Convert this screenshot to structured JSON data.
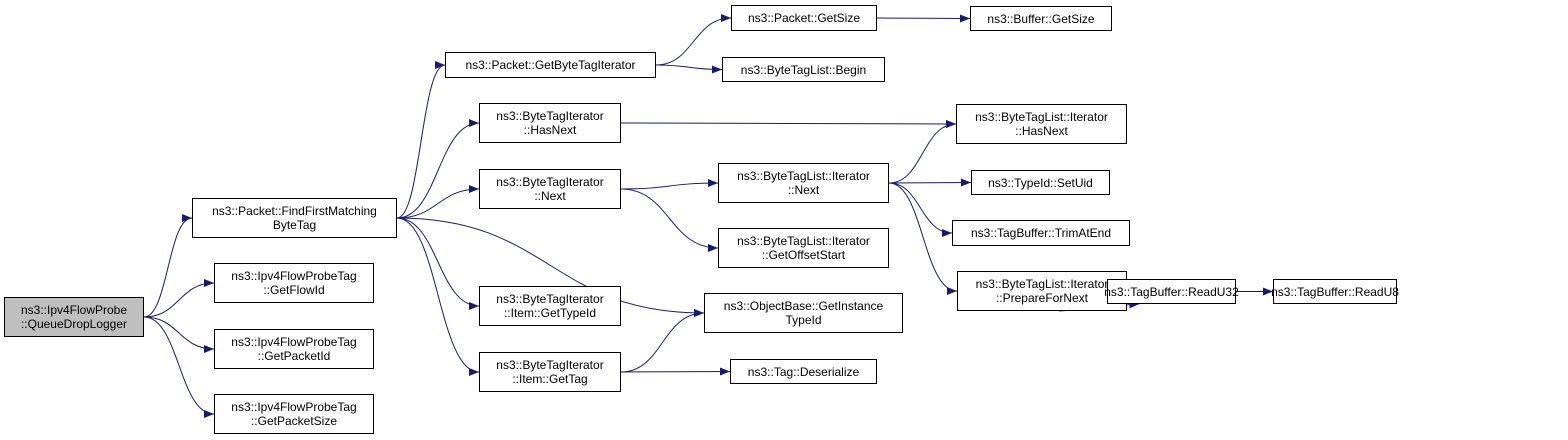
{
  "graph": {
    "title": "Call graph",
    "edge_color": "#191970",
    "root_fill": "#bfbfbf",
    "nodes": [
      {
        "id": "root",
        "lines": [
          "ns3::Ipv4FlowProbe",
          "::QueueDropLogger"
        ],
        "root": true
      },
      {
        "id": "findfirst",
        "lines": [
          "ns3::Packet::FindFirstMatching",
          "ByteTag"
        ]
      },
      {
        "id": "getflowid",
        "lines": [
          "ns3::Ipv4FlowProbeTag",
          "::GetFlowId"
        ]
      },
      {
        "id": "getpacketid",
        "lines": [
          "ns3::Ipv4FlowProbeTag",
          "::GetPacketId"
        ]
      },
      {
        "id": "getpacketsize",
        "lines": [
          "ns3::Ipv4FlowProbeTag",
          "::GetPacketSize"
        ]
      },
      {
        "id": "getbytetagiter",
        "lines": [
          "ns3::Packet::GetByteTagIterator"
        ]
      },
      {
        "id": "bti_hasnext",
        "lines": [
          "ns3::ByteTagIterator",
          "::HasNext"
        ]
      },
      {
        "id": "bti_next",
        "lines": [
          "ns3::ByteTagIterator",
          "::Next"
        ]
      },
      {
        "id": "bti_gettypeid",
        "lines": [
          "ns3::ByteTagIterator",
          "::Item::GetTypeId"
        ]
      },
      {
        "id": "bti_gettag",
        "lines": [
          "ns3::ByteTagIterator",
          "::Item::GetTag"
        ]
      },
      {
        "id": "packet_getsize",
        "lines": [
          "ns3::Packet::GetSize"
        ]
      },
      {
        "id": "btl_begin",
        "lines": [
          "ns3::ByteTagList::Begin"
        ]
      },
      {
        "id": "btl_next",
        "lines": [
          "ns3::ByteTagList::Iterator",
          "::Next"
        ]
      },
      {
        "id": "btl_offset",
        "lines": [
          "ns3::ByteTagList::Iterator",
          "::GetOffsetStart"
        ]
      },
      {
        "id": "getinstancetypeid",
        "lines": [
          "ns3::ObjectBase::GetInstance",
          "TypeId"
        ]
      },
      {
        "id": "tag_deserialize",
        "lines": [
          "ns3::Tag::Deserialize"
        ]
      },
      {
        "id": "buffer_getsize",
        "lines": [
          "ns3::Buffer::GetSize"
        ]
      },
      {
        "id": "btl_hasnext",
        "lines": [
          "ns3::ByteTagList::Iterator",
          "::HasNext"
        ]
      },
      {
        "id": "typeid_setuid",
        "lines": [
          "ns3::TypeId::SetUid"
        ]
      },
      {
        "id": "trimatend",
        "lines": [
          "ns3::TagBuffer::TrimAtEnd"
        ]
      },
      {
        "id": "prepfornext",
        "lines": [
          "ns3::ByteTagList::Iterator",
          "::PrepareForNext"
        ]
      },
      {
        "id": "readu32",
        "lines": [
          "ns3::TagBuffer::ReadU32"
        ]
      },
      {
        "id": "readu8",
        "lines": [
          "ns3::TagBuffer::ReadU8"
        ]
      }
    ],
    "edges": [
      [
        "root",
        "findfirst"
      ],
      [
        "root",
        "getflowid"
      ],
      [
        "root",
        "getpacketid"
      ],
      [
        "root",
        "getpacketsize"
      ],
      [
        "findfirst",
        "getbytetagiter"
      ],
      [
        "findfirst",
        "bti_hasnext"
      ],
      [
        "findfirst",
        "bti_next"
      ],
      [
        "findfirst",
        "bti_gettypeid"
      ],
      [
        "findfirst",
        "bti_gettag"
      ],
      [
        "findfirst",
        "getinstancetypeid"
      ],
      [
        "getbytetagiter",
        "packet_getsize"
      ],
      [
        "getbytetagiter",
        "btl_begin"
      ],
      [
        "packet_getsize",
        "buffer_getsize"
      ],
      [
        "bti_hasnext",
        "btl_hasnext"
      ],
      [
        "bti_next",
        "btl_next"
      ],
      [
        "bti_next",
        "btl_offset"
      ],
      [
        "btl_next",
        "btl_hasnext"
      ],
      [
        "btl_next",
        "typeid_setuid"
      ],
      [
        "btl_next",
        "trimatend"
      ],
      [
        "btl_next",
        "prepfornext"
      ],
      [
        "prepfornext",
        "readu32"
      ],
      [
        "readu32",
        "readu8"
      ],
      [
        "bti_gettag",
        "getinstancetypeid"
      ],
      [
        "bti_gettag",
        "tag_deserialize"
      ]
    ]
  }
}
